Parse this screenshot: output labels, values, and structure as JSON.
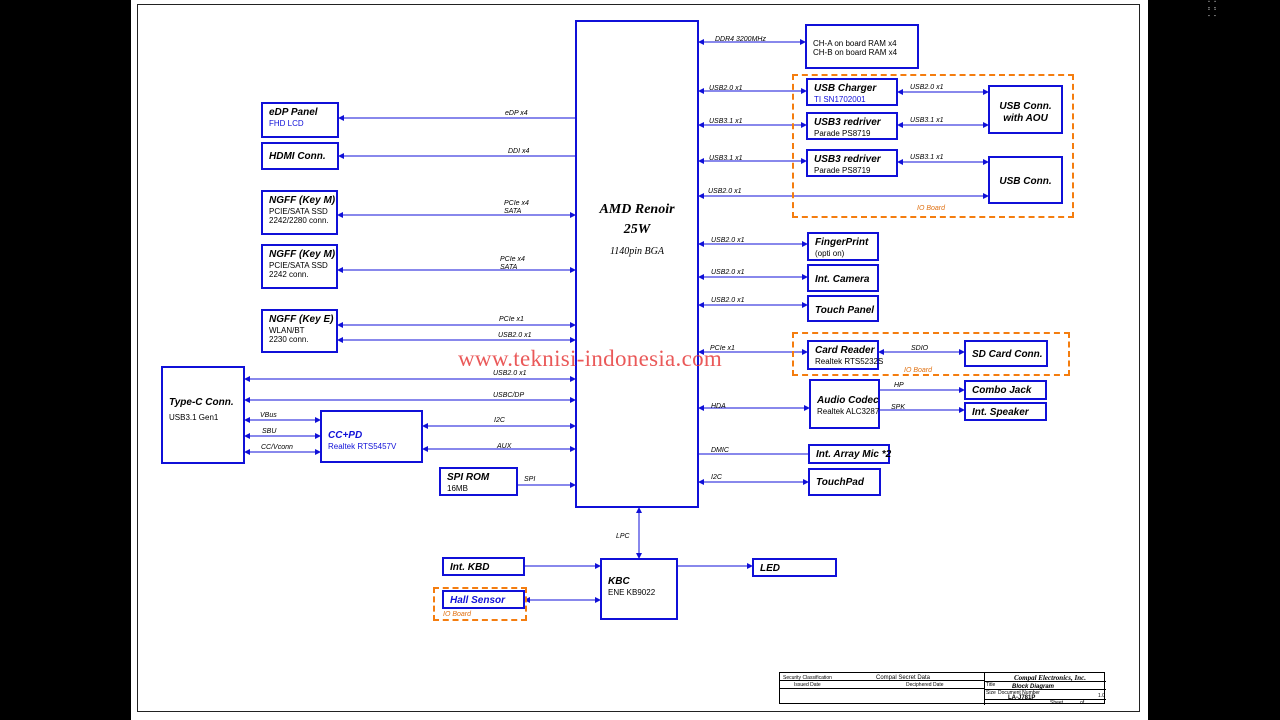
{
  "watermark": "www.teknisi-indonesia.com",
  "cpu": {
    "name": "AMD Renoir",
    "tdp": "25W",
    "package": "1140pin  BGA"
  },
  "blocks": {
    "ram": {
      "line1": "CH-A on board RAM x4",
      "line2": "CH-B on board RAM x4"
    },
    "usb_charger": {
      "title": "USB Charger",
      "sub": "TI SN1702001"
    },
    "redriver1": {
      "title": "USB3 redriver",
      "sub": "Parade PS8719"
    },
    "redriver2": {
      "title": "USB3 redriver",
      "sub": "Parade PS8719"
    },
    "usb_aou": {
      "title": "USB Conn. with AOU"
    },
    "usb_conn": {
      "title": "USB Conn."
    },
    "fingerprint": {
      "title": "FingerPrint",
      "sub": "(opti on)"
    },
    "camera": {
      "title": "Int. Camera"
    },
    "touch_panel": {
      "title": "Touch Panel"
    },
    "card_reader": {
      "title": "Card Reader",
      "sub": "Realtek  RTS5232S"
    },
    "sd_card": {
      "title": "SD Card Conn."
    },
    "audio_codec": {
      "title": "Audio Codec",
      "sub": "Realtek  ALC3287"
    },
    "combo_jack": {
      "title": "Combo Jack"
    },
    "speaker": {
      "title": "Int. Speaker"
    },
    "array_mic": {
      "title": "Int. Array Mic *2"
    },
    "touchpad": {
      "title": "TouchPad"
    },
    "edp": {
      "title": "eDP Panel",
      "sub": "FHD LCD"
    },
    "hdmi": {
      "title": "HDMI Conn."
    },
    "ngff_m1": {
      "title": "NGFF (Key M)",
      "sub1": "PCIE/SATA  SSD",
      "sub2": "2242/2280 conn."
    },
    "ngff_m2": {
      "title": "NGFF (Key M)",
      "sub1": "PCIE/SATA  SSD",
      "sub2": "2242 conn."
    },
    "ngff_e": {
      "title": "NGFF (Key E)",
      "sub1": "WLAN/BT",
      "sub2": "2230 conn."
    },
    "typec": {
      "title": "Type-C Conn.",
      "sub": "USB3.1 Gen1"
    },
    "ccpd": {
      "title": "CC+PD",
      "sub": "Realtek  RTS5457V"
    },
    "spi_rom": {
      "title": "SPI ROM",
      "sub": "16MB"
    },
    "kbc": {
      "title": "KBC",
      "sub": "ENE KB9022"
    },
    "kbd": {
      "title": "Int. KBD"
    },
    "hall": {
      "title": "Hall Sensor"
    },
    "led": {
      "title": "LED"
    }
  },
  "io_board_label": "IO Board",
  "signals": {
    "ddr4": "DDR4 3200MHz",
    "usb20_charger": "USB2.0 x1",
    "usb31_r1": "USB3.1 x1",
    "usb31_r2": "USB3.1 x1",
    "usb20_conn": "USB2.0 x1",
    "usb20_charger_aou": "USB2.0 x1",
    "usb31_r1_aou": "USB3.1 x1",
    "usb31_r2_conn": "USB3.1 x1",
    "usb20_fp": "USB2.0 x1",
    "usb20_cam": "USB2.0 x1",
    "usb20_tp": "USB2.0 x1",
    "pcie_cr": "PCIe x1",
    "sdio": "SDIO",
    "hda": "HDA",
    "hp": "HP",
    "spk": "SPK",
    "dmic": "DMIC",
    "i2c_tpad": "I2C",
    "edp": "eDP x4",
    "ddi": "DDI x4",
    "ssd1_pcie": "PCIe x4",
    "ssd1_sata": "SATA",
    "ssd2_pcie": "PCIe x4",
    "ssd2_sata": "SATA",
    "wlan_pcie": "PCIe x1",
    "wlan_usb": "USB2.0 x1",
    "typec_usb": "USB2.0 x1",
    "typec_usbc": "USBC/DP",
    "vbus": "VBus",
    "sbu": "SBU",
    "cc": "CC/Vconn",
    "i2c_pd": "I2C",
    "aux": "AUX",
    "spi": "SPI",
    "lpc": "LPC"
  },
  "title_block": {
    "security": "Security Classification",
    "secret": "Compal Secret Data",
    "issued": "Issued Date",
    "deciphered": "Deciphered Date",
    "company": "Compal Electronics, Inc.",
    "title_label": "Title",
    "title": "Block Diagram",
    "size_label": "Size",
    "doc_label": "Document Number",
    "doc_number": "LA-J781P",
    "rev": "1.0",
    "sheet": "Sheet",
    "of": "of"
  },
  "colors": {
    "block_border": "#1010d8",
    "line": "#1010d8",
    "io_dash": "#f47d0f",
    "watermark": "#e63c3c",
    "viewer_bg": "#000000"
  }
}
